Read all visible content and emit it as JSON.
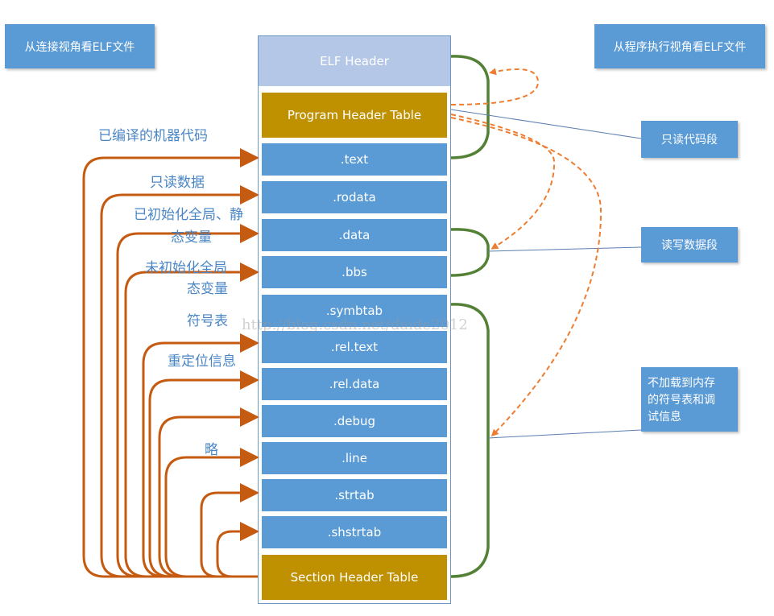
{
  "linking_view_label": "从连接视角看ELF文件",
  "execution_view_label": "从程序执行视角看ELF文件",
  "sections": {
    "elf_header": "ELF Header",
    "program_header_table": "Program Header Table",
    "text": ".text",
    "rodata": ".rodata",
    "data": ".data",
    "bbs": ".bbs",
    "symtab": ".symbtab",
    "rel_text": ".rel.text",
    "rel_data": ".rel.data",
    "debug": ".debug",
    "line": ".line",
    "strtab": ".strtab",
    "shstrtab": ".shstrtab",
    "section_header_table": "Section Header Table"
  },
  "left_labels": {
    "compiled_code": "已编译的机器代码",
    "readonly_data": "只读数据",
    "init_globals_1": "已初始化全局、静",
    "init_globals_2": "态变量",
    "uninit_globals_1": "未初始化全局",
    "uninit_globals_2": "态变量",
    "symbol_table": "符号表",
    "relocation_info": "重定位信息",
    "omitted": "略"
  },
  "right_notes": {
    "readonly_code_segment": "只读代码段",
    "readwrite_data_segment": "读写数据段",
    "not_loaded_1": "不加载到内存",
    "not_loaded_2": "的符号表和调",
    "not_loaded_3": "试信息"
  },
  "watermark": "http://blog.csdn.net/daide2012",
  "colors": {
    "section_blue": "#5b9bd5",
    "header_light": "#b4c7e7",
    "gold": "#bf9000",
    "arrow_orange": "#c55a11",
    "dash_orange": "#ed7d31",
    "brace_green": "#538135",
    "label_blue": "#4a86c5"
  }
}
